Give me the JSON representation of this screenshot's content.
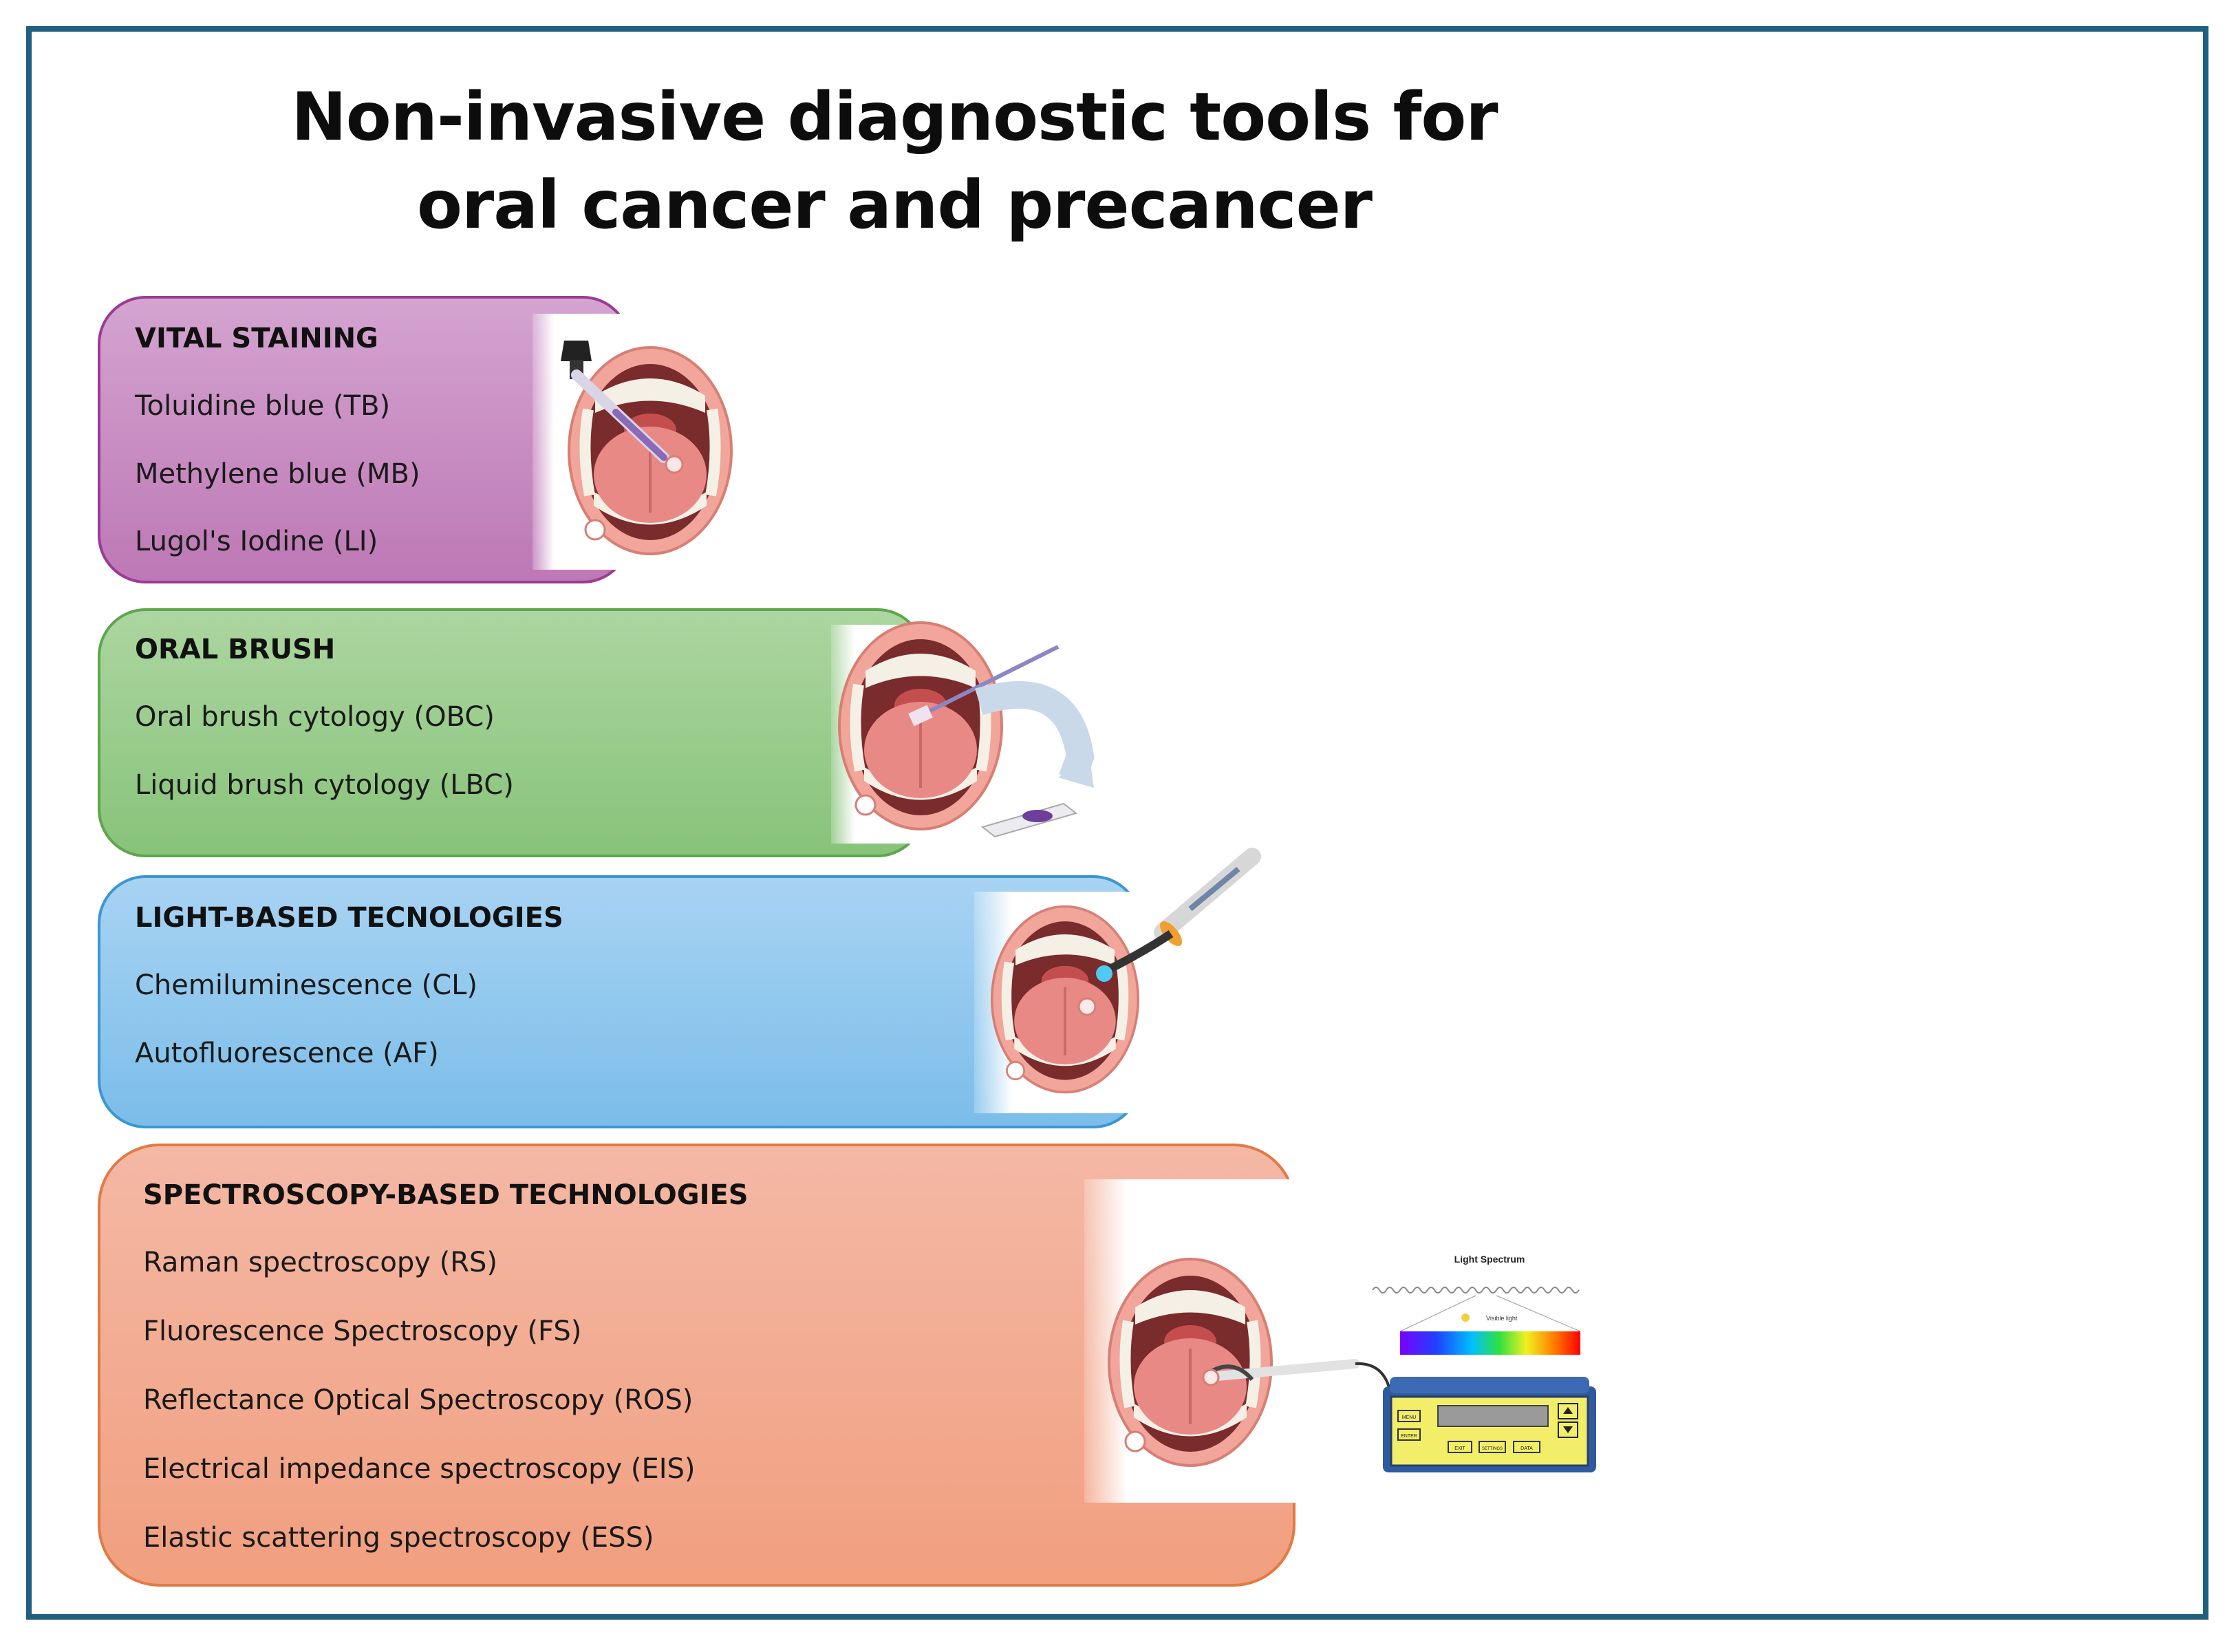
{
  "title": {
    "line1": "Non-invasive diagnostic tools for",
    "line2": "oral cancer and precancer"
  },
  "cards": {
    "vital": {
      "heading": "VITAL STAINING",
      "items": [
        "Toluidine blue (TB)",
        "Methylene blue (MB)",
        "Lugol's Iodine (LI)"
      ],
      "color": "#c48cbf"
    },
    "brush": {
      "heading": "ORAL BRUSH",
      "items": [
        "Oral brush cytology (OBC)",
        "Liquid brush cytology (LBC)"
      ],
      "color": "#9acb8c"
    },
    "light": {
      "heading": "LIGHT-BASED TECNOLOGIES",
      "items": [
        "Chemiluminescence (CL)",
        "Autofluorescence (AF)"
      ],
      "color": "#8fc7ee"
    },
    "spec": {
      "heading": "SPECTROSCOPY-BASED TECHNOLOGIES",
      "items": [
        "Raman spectroscopy (RS)",
        "Fluorescence Spectroscopy (FS)",
        "Reflectance Optical Spectroscopy (ROS)",
        "Electrical impedance spectroscopy (EIS)",
        "Elastic scattering spectroscopy (ESS)"
      ],
      "color": "#f2aa8e"
    }
  },
  "spectrometer": {
    "spectrum_title": "Light Spectrum",
    "visible_label": "Visible light",
    "keys": [
      "MENU",
      "ENTER",
      "EXIT",
      "SETTINGS",
      "DATA"
    ]
  },
  "icons": [
    "dropper-icon",
    "mouth-icon",
    "brush-icon",
    "slide-icon",
    "light-pen-icon",
    "spectrometer-icon"
  ]
}
